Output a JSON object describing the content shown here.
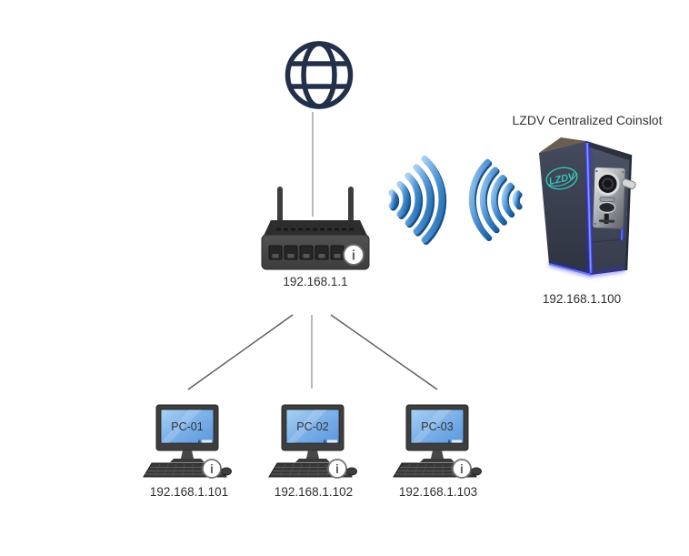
{
  "nodes": {
    "internet": {
      "icon": "globe-icon"
    },
    "router": {
      "ip": "192.168.1.1",
      "icon": "wireless-router-icon"
    },
    "coinslot": {
      "title": "LZDV Centralized Coinslot",
      "ip": "192.168.1.100",
      "logo_text": "LZDV",
      "icon": "coinslot-machine-photo"
    },
    "pcs": [
      {
        "name": "PC-01",
        "ip": "192.168.1.101"
      },
      {
        "name": "PC-02",
        "ip": "192.168.1.102"
      },
      {
        "name": "PC-03",
        "ip": "192.168.1.103"
      }
    ]
  },
  "badges": {
    "info": "i"
  },
  "icons": {
    "internet": "globe-icon",
    "wireless_link": "wifi-waves-icon",
    "node_info": "info-icon"
  },
  "colors": {
    "wifi_blue": "#2e7cc4",
    "wifi_blue_light": "#a6cef2",
    "led_blue": "#3a3aff",
    "screen_blue": "#6fa8e4",
    "logo_teal": "#35c4b8",
    "globe_navy": "#22304a",
    "label_text": "#2d2d2d",
    "edge_gray": "#9b9b9b",
    "edge_dark": "#5a5a5a"
  }
}
